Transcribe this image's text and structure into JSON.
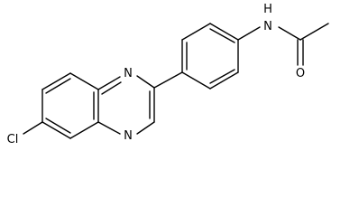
{
  "molecule": {
    "atom_labels": {
      "n1": "N",
      "n4": "N",
      "nh": "N",
      "h": "H",
      "o": "O",
      "cl": "Cl"
    },
    "colors": {
      "bond": "#000000",
      "text": "#000000",
      "background": "#ffffff"
    }
  }
}
